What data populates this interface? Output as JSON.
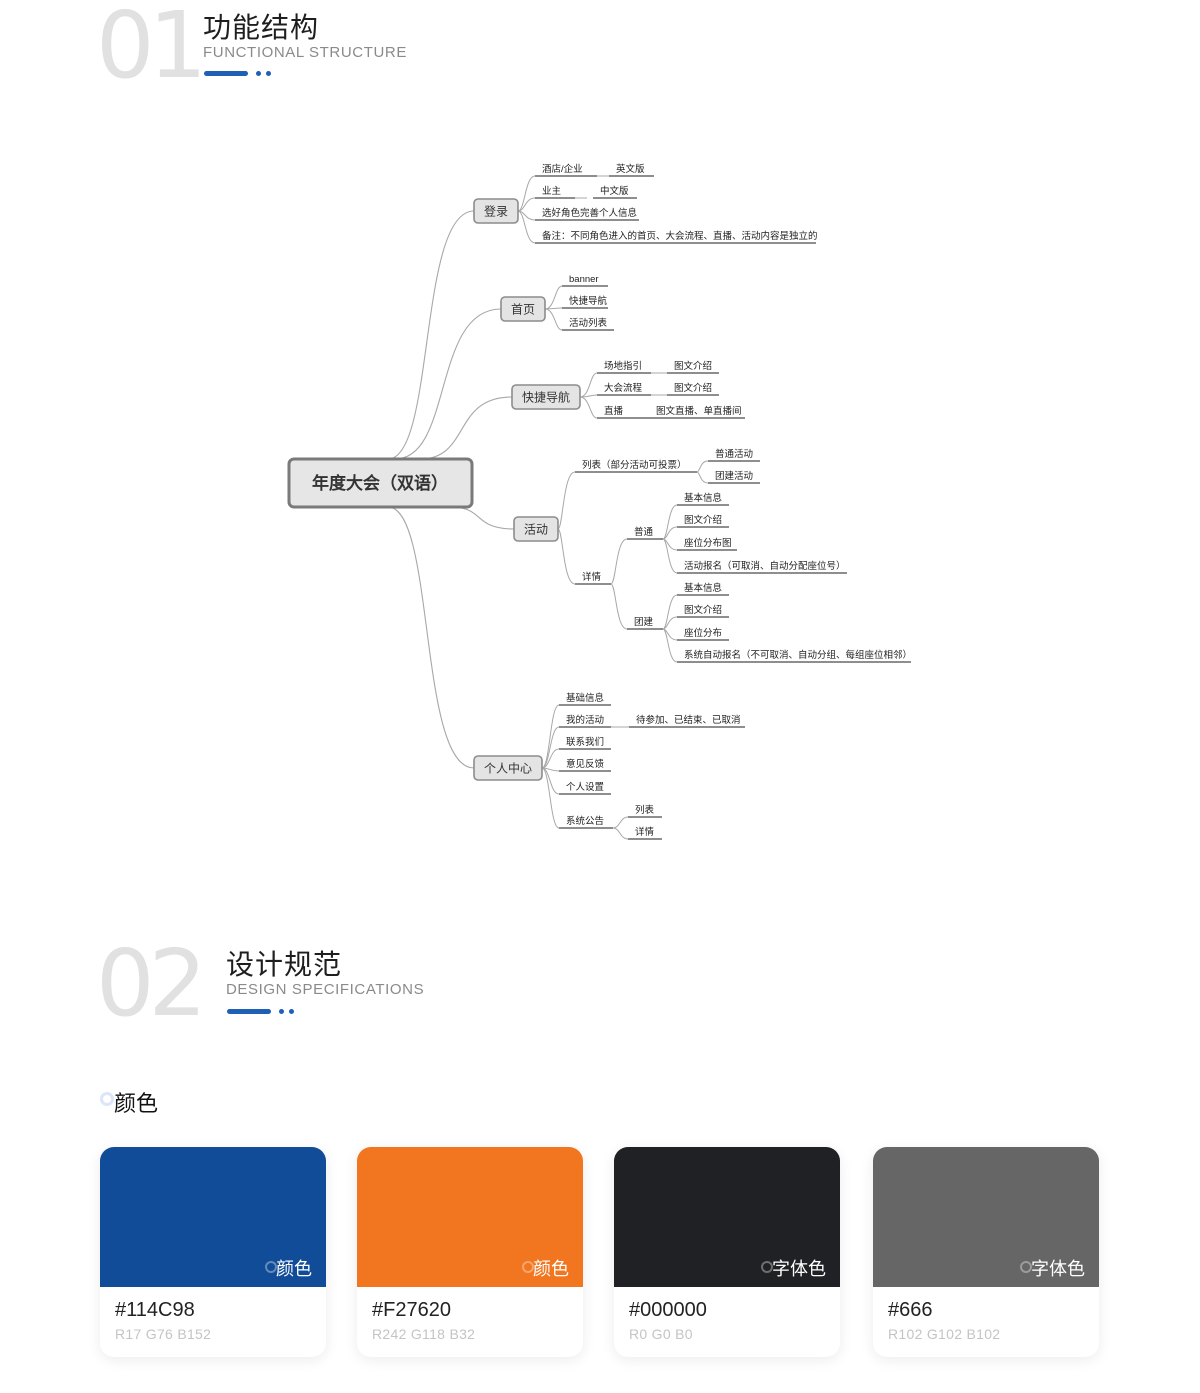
{
  "section1": {
    "number": "01",
    "title": "功能结构",
    "subtitle": "FUNCTIONAL STRUCTURE"
  },
  "section2": {
    "number": "02",
    "title": "设计规范",
    "subtitle": "DESIGN SPECIFICATIONS"
  },
  "accent_color": "#1f5fb5",
  "mindmap": {
    "root": "年度大会（双语）",
    "branches": [
      {
        "label": "登录",
        "children": [
          {
            "label": "酒店/企业",
            "children": [
              {
                "label": "英文版"
              }
            ]
          },
          {
            "label": "业主",
            "children": [
              {
                "label": "中文版"
              }
            ]
          },
          {
            "label": "选好角色完善个人信息"
          },
          {
            "label": "备注：不同角色进入的首页、大会流程、直播、活动内容是独立的"
          }
        ]
      },
      {
        "label": "首页",
        "children": [
          {
            "label": "banner"
          },
          {
            "label": "快捷导航"
          },
          {
            "label": "活动列表"
          }
        ]
      },
      {
        "label": "快捷导航",
        "children": [
          {
            "label": "场地指引",
            "children": [
              {
                "label": "图文介绍"
              }
            ]
          },
          {
            "label": "大会流程",
            "children": [
              {
                "label": "图文介绍"
              }
            ]
          },
          {
            "label": "直播",
            "children": [
              {
                "label": "图文直播、单直播间"
              }
            ]
          }
        ]
      },
      {
        "label": "活动",
        "children": [
          {
            "label": "列表（部分活动可投票）",
            "children": [
              {
                "label": "普通活动"
              },
              {
                "label": "团建活动"
              }
            ]
          },
          {
            "label": "详情",
            "children": [
              {
                "label": "普通",
                "children": [
                  {
                    "label": "基本信息"
                  },
                  {
                    "label": "图文介绍"
                  },
                  {
                    "label": "座位分布图"
                  },
                  {
                    "label": "活动报名（可取消、自动分配座位号）"
                  }
                ]
              },
              {
                "label": "团建",
                "children": [
                  {
                    "label": "基本信息"
                  },
                  {
                    "label": "图文介绍"
                  },
                  {
                    "label": "座位分布"
                  },
                  {
                    "label": "系统自动报名（不可取消、自动分组、每组座位相邻）"
                  }
                ]
              }
            ]
          }
        ]
      },
      {
        "label": "个人中心",
        "children": [
          {
            "label": "基础信息"
          },
          {
            "label": "我的活动",
            "children": [
              {
                "label": "待参加、已结束、已取消"
              }
            ]
          },
          {
            "label": "联系我们"
          },
          {
            "label": "意见反馈"
          },
          {
            "label": "个人设置"
          },
          {
            "label": "系统公告",
            "children": [
              {
                "label": "列表"
              },
              {
                "label": "详情"
              }
            ]
          }
        ]
      }
    ]
  },
  "colors_section": {
    "heading": "颜色",
    "cards": [
      {
        "color": "#114C98",
        "tag": "颜色",
        "hex": "#114C98",
        "rgb": "R17  G76  B152"
      },
      {
        "color": "#F27620",
        "tag": "颜色",
        "hex": "#F27620",
        "rgb": "R242  G118  B32"
      },
      {
        "color": "#1f2124",
        "tag": "字体色",
        "hex": "#000000",
        "rgb": "R0  G0  B0"
      },
      {
        "color": "#666666",
        "tag": "字体色",
        "hex": "#666",
        "rgb": "R102  G102  B102"
      }
    ]
  }
}
